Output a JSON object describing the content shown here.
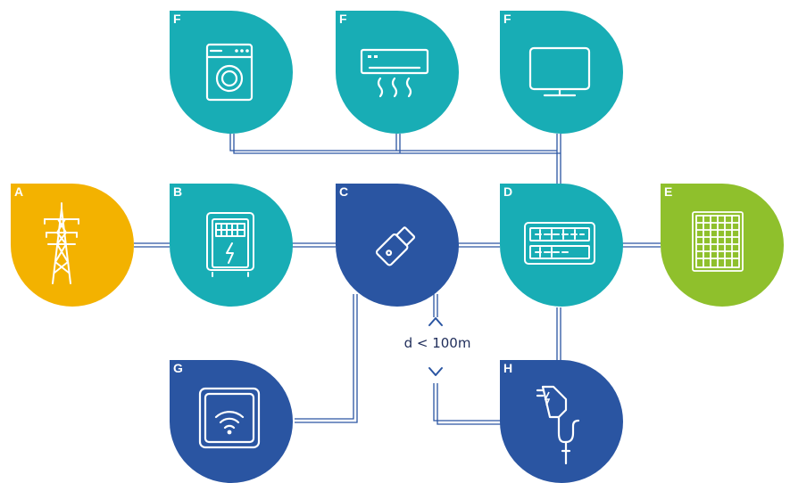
{
  "colors": {
    "teal": "#18adb5",
    "navy": "#2a55a2",
    "yellow": "#f3b200",
    "green": "#8fc02c",
    "line": "#2a55a2",
    "text": "#1f2d5a"
  },
  "nodes": {
    "f1": {
      "label": "F",
      "icon": "washing-machine-icon"
    },
    "f2": {
      "label": "F",
      "icon": "air-conditioner-icon"
    },
    "f3": {
      "label": "F",
      "icon": "television-icon"
    },
    "a": {
      "label": "A",
      "icon": "power-pylon-icon"
    },
    "b": {
      "label": "B",
      "icon": "electricity-meter-icon"
    },
    "c": {
      "label": "C",
      "icon": "usb-dongle-icon"
    },
    "d": {
      "label": "D",
      "icon": "breaker-panel-icon"
    },
    "e": {
      "label": "E",
      "icon": "solar-panel-icon"
    },
    "g": {
      "label": "G",
      "icon": "wifi-router-icon"
    },
    "h": {
      "label": "H",
      "icon": "ev-charger-plug-icon"
    }
  },
  "distance_label": "d < 100m"
}
